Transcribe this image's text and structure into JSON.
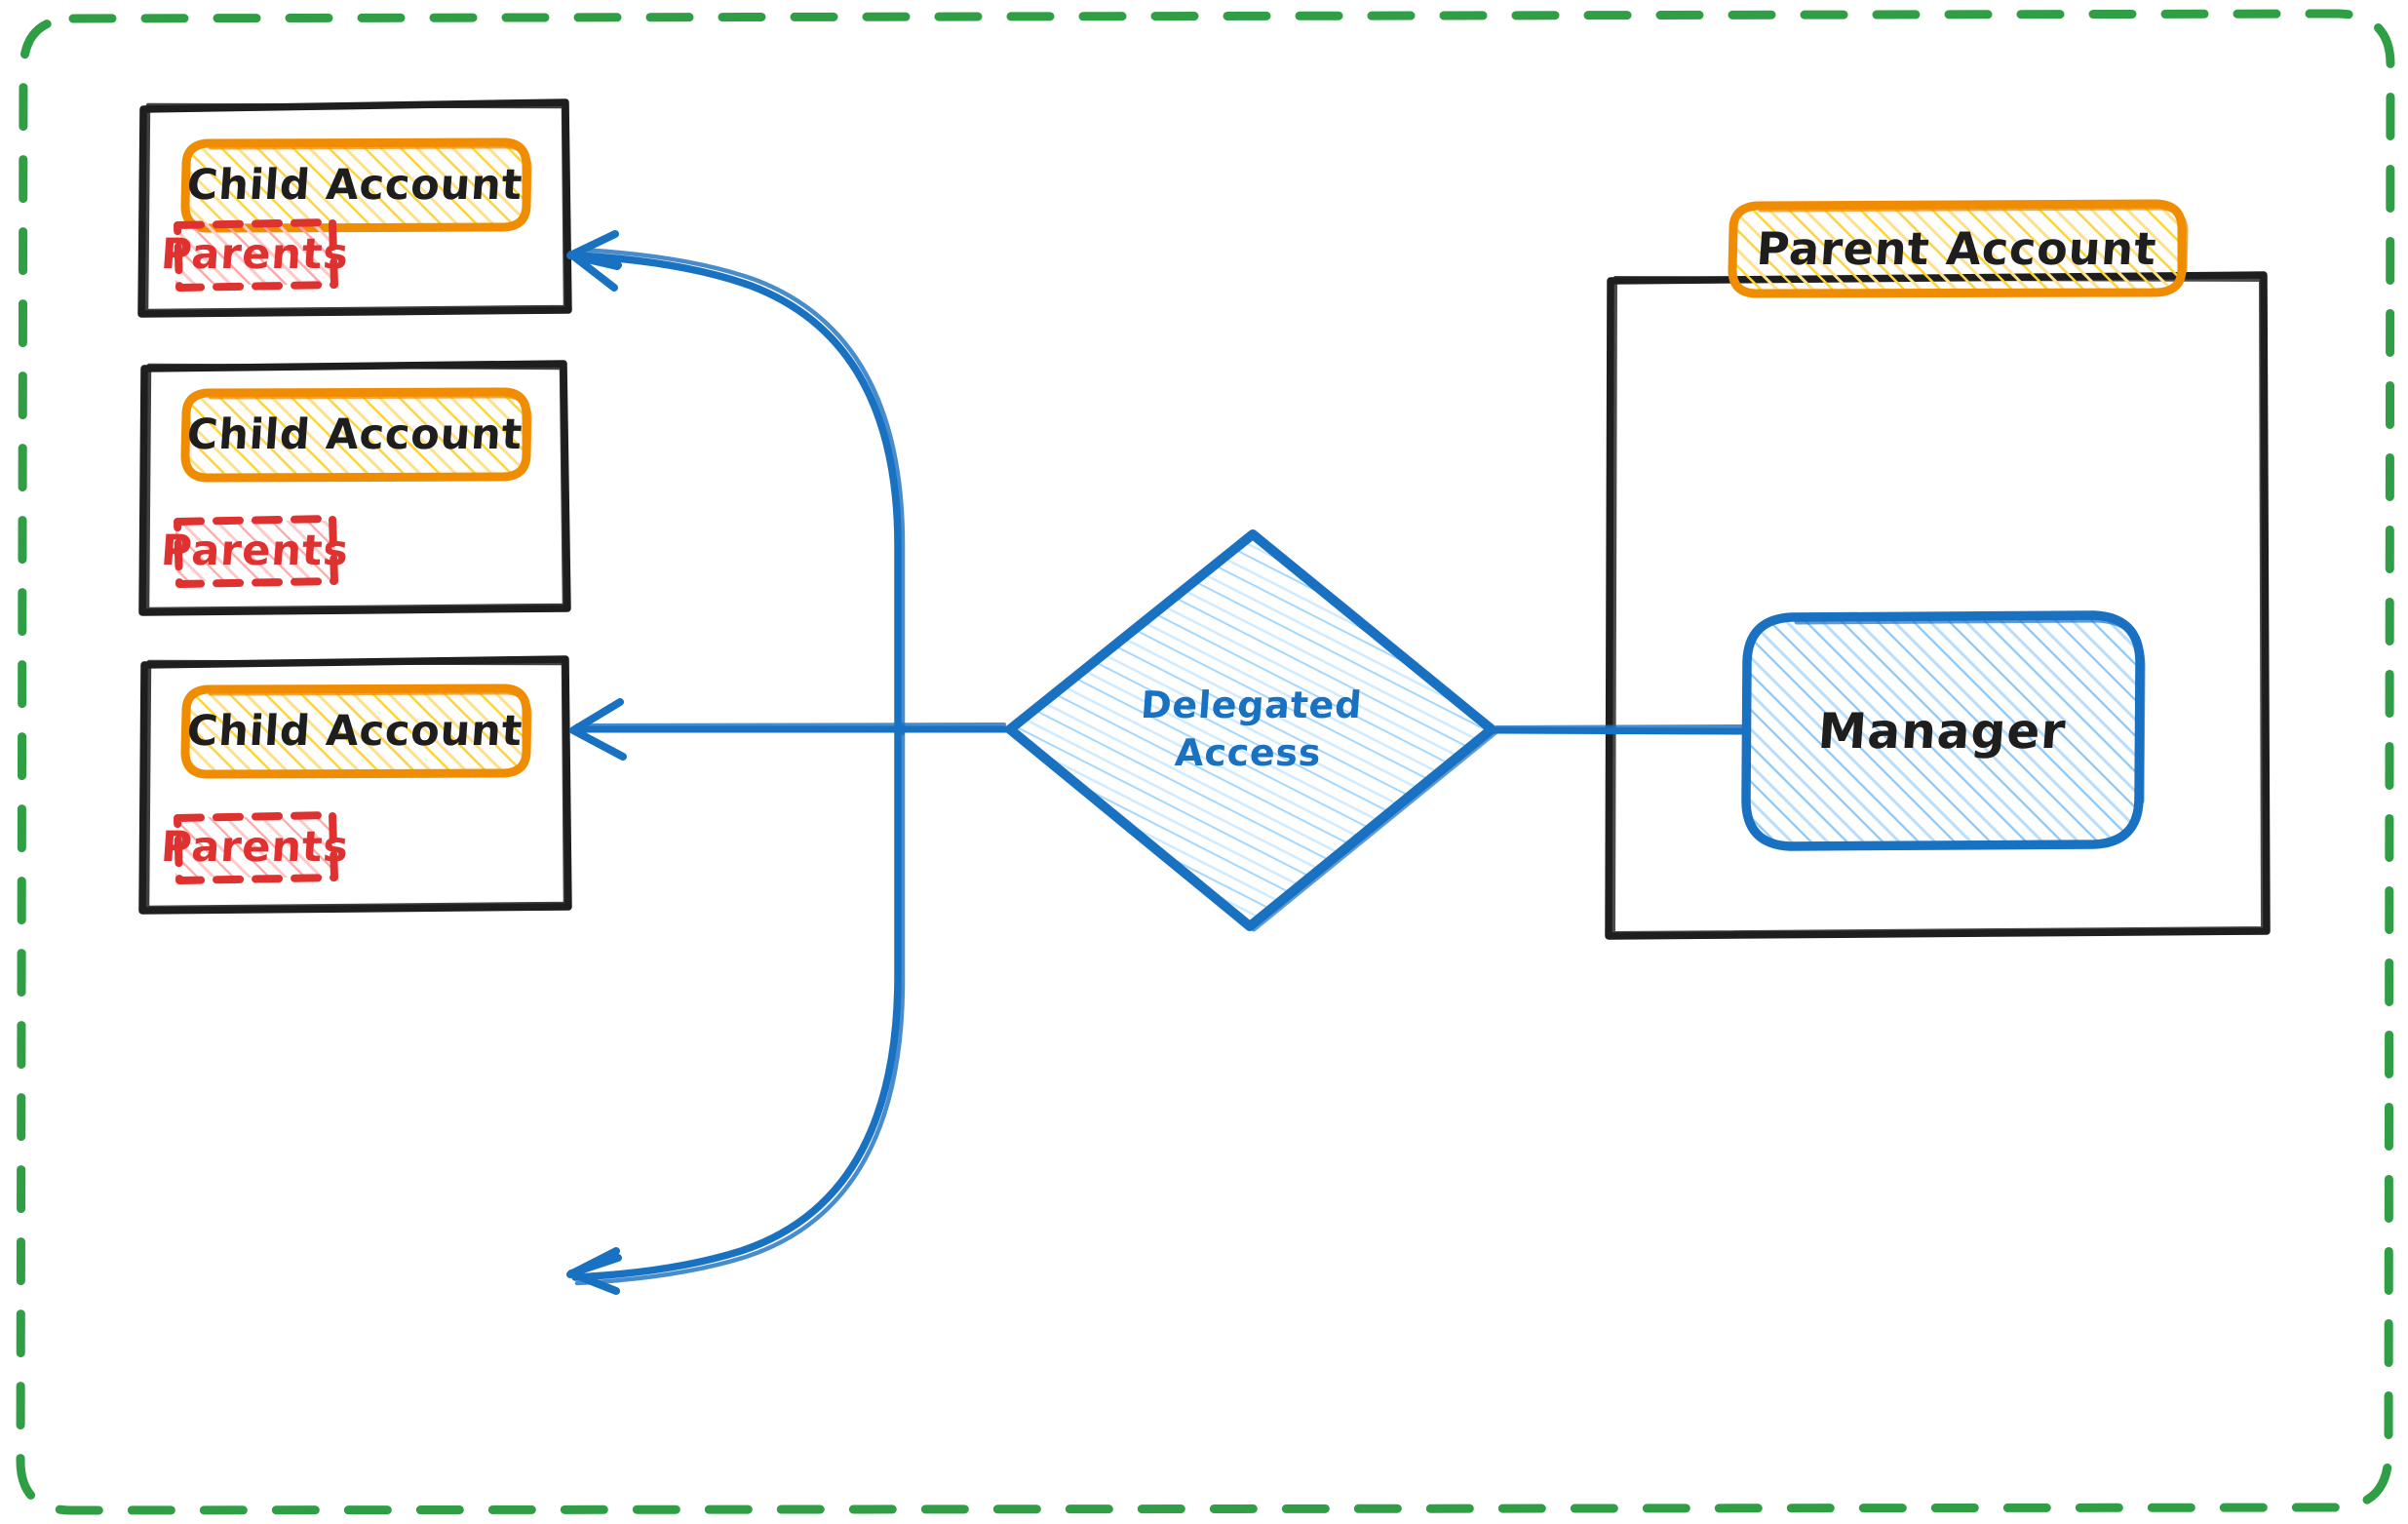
{
  "diagram": {
    "title": "Delegated Access",
    "type": "architecture-diagram",
    "style": "hand-drawn sketch",
    "colors": {
      "outer_boundary": "#2f9e44",
      "container_stroke": "#1e1e1e",
      "account_stroke": "#f08c00",
      "account_fill_hatch": "#ffd43b",
      "parents_stroke": "#e03131",
      "parents_fill_hatch": "#ff8787",
      "manager_stroke": "#1971c2",
      "manager_fill_hatch": "#74b9f5",
      "decision_stroke": "#1971c2",
      "decision_fill_hatch": "#a5d8ff",
      "arrow": "#1971c2",
      "text_dark": "#1e1e1e",
      "background": "#ffffff"
    }
  },
  "outer_boundary": {
    "label": "",
    "stroke_style": "dashed",
    "color": "#2f9e44"
  },
  "child_accounts": [
    {
      "container_label": "",
      "account_label": "Child Account",
      "parents_label": "Parents"
    },
    {
      "container_label": "",
      "account_label": "Child Account",
      "parents_label": "Parents"
    },
    {
      "container_label": "",
      "account_label": "Child Account",
      "parents_label": "Parents"
    }
  ],
  "decision": {
    "label": "Delegated\nAccess",
    "shape": "diamond"
  },
  "parent_container": {
    "container_label": "",
    "account_label": "Parent Account",
    "manager_label": "Manager"
  },
  "connections": [
    {
      "from": "decision",
      "to": "child-account-1",
      "style": "curved-arrow",
      "direction": "left"
    },
    {
      "from": "decision",
      "to": "child-account-2",
      "style": "straight-arrow",
      "direction": "left"
    },
    {
      "from": "decision",
      "to": "child-account-3",
      "style": "curved-arrow",
      "direction": "left"
    },
    {
      "from": "manager",
      "to": "decision",
      "style": "straight-line",
      "direction": "left"
    }
  ]
}
